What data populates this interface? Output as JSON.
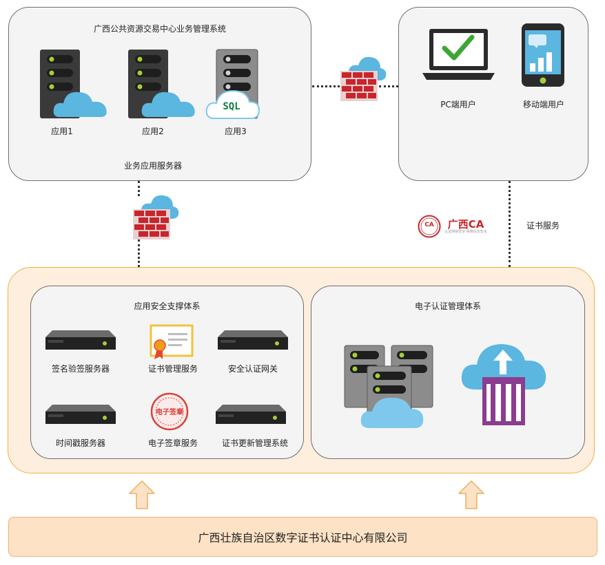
{
  "top_left": {
    "title": "广西公共资源交易中心业务管理系统",
    "apps": [
      "应用1",
      "应用2",
      "应用3"
    ],
    "sql_text": "SQL",
    "footer": "业务应用服务器"
  },
  "top_right": {
    "pc_label": "PC端用户",
    "mobile_label": "移动端用户"
  },
  "ca": {
    "logo_mark": "CA",
    "logo_text": "广西CA",
    "logo_subtext": "认证网络安全 保障信息安全",
    "cert_service": "证书服务"
  },
  "app_security": {
    "title": "应用安全支撑体系",
    "items": [
      "签名验签服务器",
      "证书管理服务",
      "安全认证网关",
      "时间戳服务器",
      "电子签章服务",
      "证书更新管理系统"
    ],
    "seal_text": "电子签章"
  },
  "e_auth": {
    "title": "电子认证管理体系"
  },
  "company": {
    "name": "广西壮族自治区数字证书认证中心有限公司"
  },
  "colors": {
    "panel_border": "#6f6f6f",
    "outer_border": "#f0b040",
    "outer_fill": "#fdeede",
    "cloud": "#5bb6e0",
    "firewall": "#c8252c",
    "arrow_fill": "#fde2c5",
    "arrow_stroke": "#e8b060",
    "purple": "#8b3d8f",
    "ok_green": "#3fa535"
  }
}
